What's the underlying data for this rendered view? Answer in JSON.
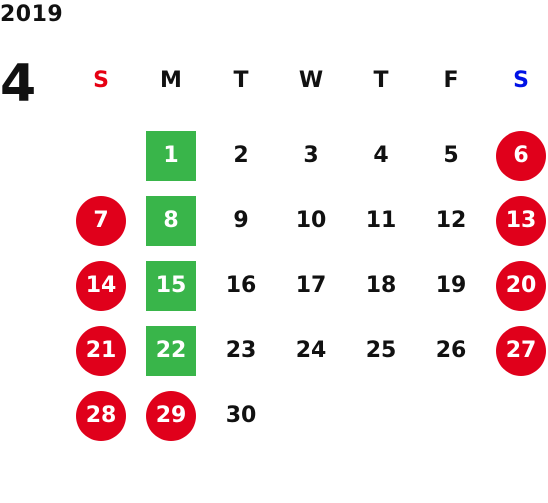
{
  "calendar": {
    "year": "2019",
    "month": "4",
    "weekdays": [
      "S",
      "M",
      "T",
      "W",
      "T",
      "F",
      "S"
    ],
    "weeks": [
      [
        {
          "day": "",
          "style": "empty"
        },
        {
          "day": "1",
          "style": "green"
        },
        {
          "day": "2",
          "style": "normal"
        },
        {
          "day": "3",
          "style": "normal"
        },
        {
          "day": "4",
          "style": "normal"
        },
        {
          "day": "5",
          "style": "normal"
        },
        {
          "day": "6",
          "style": "holiday"
        }
      ],
      [
        {
          "day": "7",
          "style": "holiday"
        },
        {
          "day": "8",
          "style": "green"
        },
        {
          "day": "9",
          "style": "normal"
        },
        {
          "day": "10",
          "style": "normal"
        },
        {
          "day": "11",
          "style": "normal"
        },
        {
          "day": "12",
          "style": "normal"
        },
        {
          "day": "13",
          "style": "holiday"
        }
      ],
      [
        {
          "day": "14",
          "style": "holiday"
        },
        {
          "day": "15",
          "style": "green"
        },
        {
          "day": "16",
          "style": "normal"
        },
        {
          "day": "17",
          "style": "normal"
        },
        {
          "day": "18",
          "style": "normal"
        },
        {
          "day": "19",
          "style": "normal"
        },
        {
          "day": "20",
          "style": "holiday"
        }
      ],
      [
        {
          "day": "21",
          "style": "holiday"
        },
        {
          "day": "22",
          "style": "green"
        },
        {
          "day": "23",
          "style": "normal"
        },
        {
          "day": "24",
          "style": "normal"
        },
        {
          "day": "25",
          "style": "normal"
        },
        {
          "day": "26",
          "style": "normal"
        },
        {
          "day": "27",
          "style": "holiday"
        }
      ],
      [
        {
          "day": "28",
          "style": "holiday"
        },
        {
          "day": "29",
          "style": "holiday"
        },
        {
          "day": "30",
          "style": "normal"
        },
        {
          "day": "",
          "style": "empty"
        },
        {
          "day": "",
          "style": "empty"
        },
        {
          "day": "",
          "style": "empty"
        },
        {
          "day": "",
          "style": "empty"
        }
      ]
    ]
  },
  "colors": {
    "holiday": "#e0001b",
    "green": "#39b54a",
    "sunday_header": "#e60012",
    "saturday_header": "#0012e6",
    "text": "#111111"
  }
}
